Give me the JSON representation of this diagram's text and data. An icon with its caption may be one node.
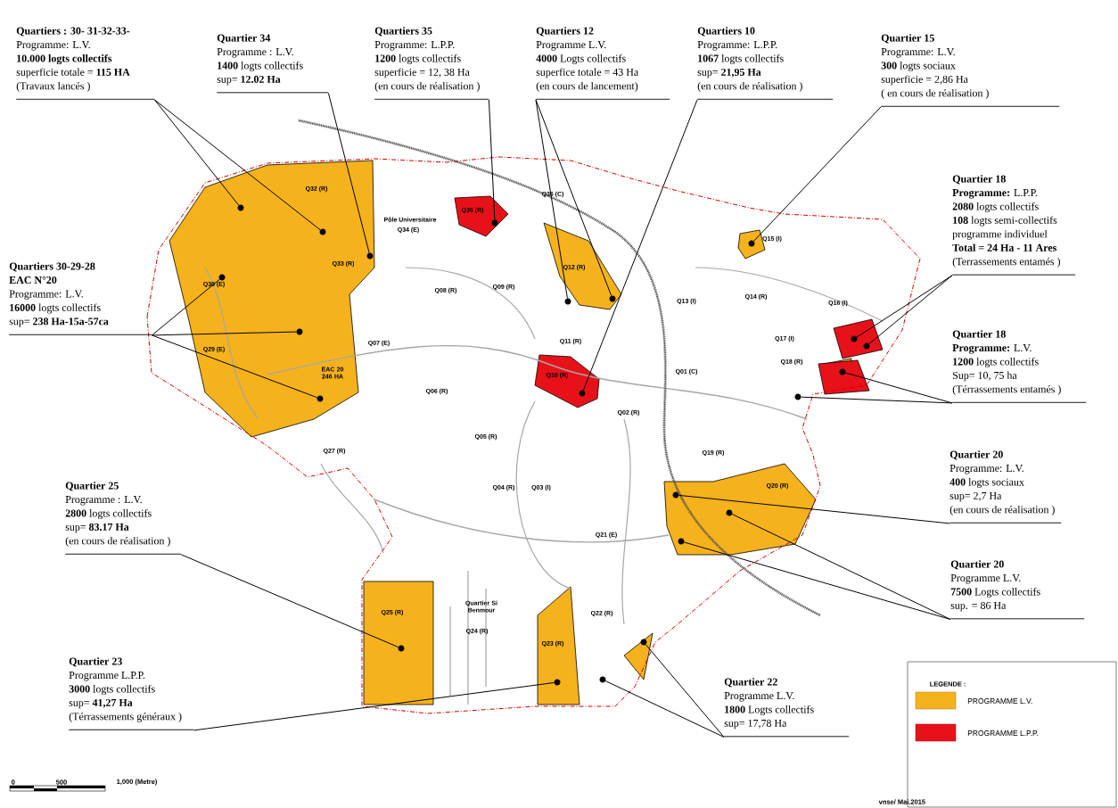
{
  "diagram": {
    "nodes": [
      {
        "text": [
          "Quartiers : 30- 31-32-33-",
          "Programme: L.V.",
          "**10.000 logts collectifs**",
          "superficie totale = **115 HA**",
          "(Travaux lancés )"
        ]
      },
      {
        "text": [
          "Quartier 34",
          "Programme : L.V.",
          "**1400** logts collectifs",
          "sup= **12.02 Ha**"
        ]
      },
      {
        "text": [
          "Quartiers 35",
          "Programme: L.P.P.",
          "**1200** logts collectifs",
          "superficie = 12, 38 Ha",
          "(en cours de réalisation )"
        ]
      },
      {
        "text": [
          "Quartiers 12",
          "Programme L.V.",
          "**4000** Logts collectifs",
          "superfice totale = 43 Ha",
          "(en cours de lancement)"
        ]
      },
      {
        "text": [
          "Quartiers 10",
          "Programme: L.P.P.",
          "**1067** logts collectifs",
          "sup= **21,95 Ha**",
          "(en cours de réalisation )"
        ]
      },
      {
        "text": [
          "Quartier 15",
          "Programme: L.V.",
          "**300** logts sociaux",
          "superficie = 2,86 Ha",
          "( en cours de réalisation )"
        ]
      },
      {
        "text": [
          "Quartiers 30-29-28",
          "**EAC N°20**",
          "Programme: L.V.",
          "**16000** logts collectifs",
          "sup= **238 Ha-15a-57ca**"
        ]
      },
      {
        "text": [
          "Quartier 18",
          "**Programme:** L.P.P.",
          "**2080** logts collectifs",
          "**108** logts semi-collectifs",
          "programme individuel",
          "**Total = 24 Ha - 11 Ares**",
          "(Terrassements entamés )"
        ]
      },
      {
        "text": [
          "Quartier 18",
          "**Programme:** L.V.",
          "**1200** logts collectifs",
          "Sup= 10, 75 ha",
          "(Térrassements entamés )"
        ]
      },
      {
        "text": [
          "Quartier 20",
          "Programme: L.V.",
          "**400** logts sociaux",
          "sup= 2,7 Ha",
          "(en cours de réalisation )"
        ]
      },
      {
        "text": [
          "Quartier 20",
          "Programme L.V.",
          "**7500** Logts collectifs",
          "sup. = 86 Ha"
        ]
      },
      {
        "text": [
          "Quartier 25",
          "Programme : L.V.",
          "**2800** logts collectifs",
          "sup= **83.17 Ha**",
          "(en cours de réalisation )"
        ]
      },
      {
        "text": [
          "Quartier 23",
          "Programme L.P.P.",
          "**3000** logts collectifs",
          "sup= **41,27 Ha**",
          "(Térrassements généraux )"
        ]
      },
      {
        "text": [
          "Quartier 22",
          "Programme L.V.",
          "**1800** Logts collectifs",
          "sup= 17,78 Ha"
        ]
      },
      {
        "text": [],
        "shape": "circle"
      },
      {
        "text": [],
        "shape": "circle"
      },
      {
        "text": [],
        "shape": "circle"
      },
      {
        "text": [],
        "shape": "circle"
      },
      {
        "text": [],
        "shape": "circle"
      },
      {
        "text": [],
        "shape": "circle"
      },
      {
        "text": [],
        "shape": "circle"
      },
      {
        "text": [],
        "shape": "circle"
      },
      {
        "text": [],
        "shape": "circle"
      },
      {
        "text": [],
        "shape": "circle"
      },
      {
        "text": [],
        "shape": "circle"
      },
      {
        "text": [],
        "shape": "circle"
      },
      {
        "text": [],
        "shape": "circle"
      },
      {
        "text": [],
        "shape": "circle"
      },
      {
        "text": [],
        "shape": "circle"
      },
      {
        "text": [],
        "shape": "circle"
      },
      {
        "text": [],
        "shape": "circle"
      },
      {
        "text": [],
        "shape": "circle"
      },
      {
        "text": [],
        "shape": "circle"
      },
      {
        "text": [],
        "shape": "circle"
      },
      {
        "text": [],
        "shape": "circle"
      },
      {
        "text": [],
        "shape": "circle"
      }
    ],
    "edges": [
      {
        "from": 0,
        "to": 14,
        "arrow": "none"
      },
      {
        "from": 0,
        "to": 15,
        "arrow": "none"
      },
      {
        "from": 1,
        "to": 16,
        "arrow": "none"
      },
      {
        "from": 2,
        "to": 17,
        "arrow": "none"
      },
      {
        "from": 3,
        "to": 18,
        "arrow": "none"
      },
      {
        "from": 3,
        "to": 19,
        "arrow": "none"
      },
      {
        "from": 4,
        "to": 20,
        "arrow": "none"
      },
      {
        "from": 5,
        "to": 21,
        "arrow": "none"
      },
      {
        "from": 6,
        "to": 26,
        "arrow": "none"
      },
      {
        "from": 6,
        "to": 27,
        "arrow": "none"
      },
      {
        "from": 6,
        "to": 28,
        "arrow": "none"
      },
      {
        "from": 7,
        "to": 22,
        "arrow": "none"
      },
      {
        "from": 7,
        "to": 23,
        "arrow": "none"
      },
      {
        "from": 8,
        "to": 24,
        "arrow": "none"
      },
      {
        "from": 8,
        "to": 25,
        "arrow": "none"
      },
      {
        "from": 9,
        "to": 29,
        "arrow": "none"
      },
      {
        "from": 10,
        "to": 30,
        "arrow": "none"
      },
      {
        "from": 10,
        "to": 31,
        "arrow": "none"
      },
      {
        "from": 11,
        "to": 32,
        "arrow": "none"
      },
      {
        "from": 12,
        "to": 33,
        "arrow": "none"
      },
      {
        "from": 13,
        "to": 34,
        "arrow": "none"
      },
      {
        "from": 13,
        "to": 35,
        "arrow": "none"
      }
    ],
    "labels": [
      "Q32 (R)",
      "Q36 (C)",
      "Q35 (R)",
      "Pôle Universitaire",
      "Q34 (E)",
      "Q15 (I)",
      "Q33 (R)",
      "Q12 (R)",
      "Q30 (E)",
      "Q08 (R)",
      "Q09 (R)",
      "Q13 (I)",
      "Q14 (R)",
      "Q16 (I)",
      "EAC 20 246 HA",
      "Q11 (R)",
      "Q17 (I)",
      "Q07 (E)",
      "Q29 (E)",
      "Q18 (R)",
      "Q01 (C)",
      "Q10 (R)",
      "Q06 (R)",
      "Q02 (R)",
      "Q05 (R)",
      "Q27 (R)",
      "Q19 (R)",
      "Q04 (R)",
      "Q03 (I)",
      "Q20 (R)",
      "Q21 (E)",
      "Quartier Si Benmour",
      "Q25 (R)",
      "Q22 (R)",
      "Q24 (R)",
      "Q23 (R)",
      "LEGENDE :",
      "0",
      "500",
      "1,000 (Metre)",
      "vnse/ Mai.2015"
    ],
    "legend": [
      {
        "text": "PROGRAMME L.V.",
        "color": "#f5b21c"
      },
      {
        "text": "PROGRAMME L.P.P.",
        "color": "#e8111a"
      }
    ]
  }
}
